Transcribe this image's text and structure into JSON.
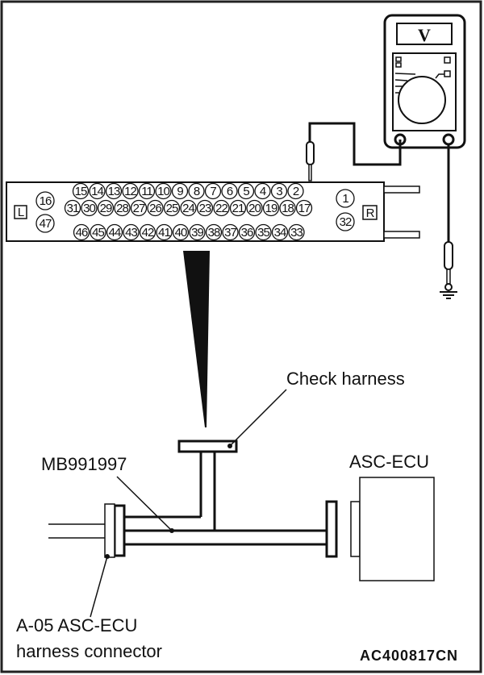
{
  "diagram": {
    "meter_display": "V",
    "connector": {
      "left_marker": "L",
      "right_marker": "R",
      "left_pins": [
        "16",
        "47"
      ],
      "right_pins": [
        "1",
        "32"
      ],
      "row_top": [
        "15",
        "14",
        "13",
        "12",
        "11",
        "10",
        "9",
        "8",
        "7",
        "6",
        "5",
        "4",
        "3",
        "2"
      ],
      "row_middle": [
        "31",
        "30",
        "29",
        "28",
        "27",
        "26",
        "25",
        "24",
        "23",
        "22",
        "21",
        "20",
        "19",
        "18",
        "17"
      ],
      "row_bottom": [
        "46",
        "45",
        "44",
        "43",
        "42",
        "41",
        "40",
        "39",
        "38",
        "37",
        "36",
        "35",
        "34",
        "33"
      ],
      "probed_pin": "2"
    },
    "labels": {
      "check_harness": "Check harness",
      "tool_number": "MB991997",
      "ecu": "ASC-ECU",
      "connector_line1": "A-05 ASC-ECU",
      "connector_line2": "harness connector",
      "figure_id": "AC400817CN"
    },
    "colors": {
      "ink": "#111111",
      "paper": "#ffffff"
    }
  }
}
